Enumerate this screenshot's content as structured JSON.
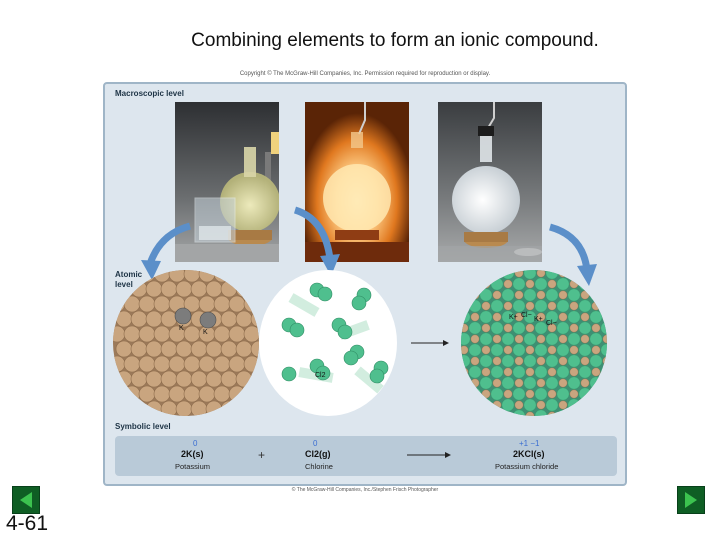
{
  "slide": {
    "title": "Combining elements to form an ionic compound.",
    "number": "4-61"
  },
  "figure": {
    "copyright_top": "Copyright © The McGraw-Hill Companies, Inc. Permission required for reproduction or display.",
    "copyright_bottom": "© The McGraw-Hill Companies, Inc./Stephen Frisch Photographer",
    "levels": {
      "macroscopic": "Macroscopic level",
      "atomic": "Atomic\nlevel",
      "symbolic": "Symbolic level"
    },
    "atomic_labels": {
      "k1": "K",
      "k2": "K",
      "cl2": "Cl2",
      "k_plus_1": "K+",
      "cl_minus_1": "Cl−",
      "k_plus_2": "K+",
      "cl_minus_2": "Cl−"
    },
    "symbolic": {
      "potassium": {
        "charge": "0",
        "formula": "2K(s)",
        "name": "Potassium"
      },
      "plus": "+",
      "chlorine": {
        "charge": "0",
        "formula": "Cl2(g)",
        "name": "Chlorine"
      },
      "product": {
        "charge": "+1 −1",
        "formula": "2KCl(s)",
        "name": "Potassium chloride"
      }
    },
    "colors": {
      "panel_bg": "#dde6ee",
      "symbolic_bar": "#b9cad8",
      "potassium_atom": "#c9a57f",
      "chlorine_atom": "#4fbf8e",
      "arrow_blue": "#5b8fc9",
      "charge_blue": "#3c6fd2",
      "nav_green": "#0f5e24"
    }
  },
  "nav": {
    "prev_icon": "triangle-left-icon",
    "next_icon": "triangle-right-icon"
  }
}
